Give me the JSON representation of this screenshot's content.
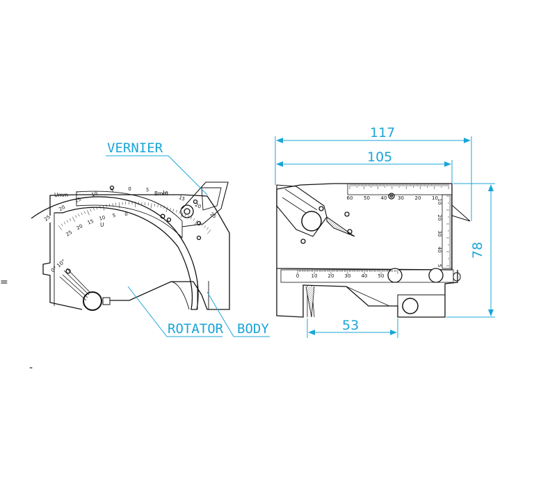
{
  "callouts": {
    "vernier": "VERNIER",
    "rotator": "ROTATOR",
    "body": "BODY"
  },
  "dimensions": {
    "overall_width": "117",
    "body_width": "105",
    "height": "78",
    "slider_offset": "53"
  },
  "gauge_labels": {
    "u_unit": "Umm",
    "b_unit": "Bmm",
    "u_symbol": "U",
    "angle_marks": "0° 10°"
  },
  "arc_scale_outer": [
    "25",
    "20",
    "15",
    "10",
    "5",
    "0",
    "5",
    "10",
    "15",
    "20",
    "25"
  ],
  "arc_scale_inner": [
    "25",
    "20",
    "15",
    "10",
    "5",
    "0"
  ],
  "top_scale": [
    "60",
    "50",
    "40",
    "30",
    "20",
    "10"
  ],
  "side_scale": [
    "10",
    "20",
    "30",
    "40",
    "5"
  ],
  "bottom_scale": [
    "0",
    "10",
    "20",
    "30",
    "40",
    "50"
  ],
  "stray_marks": {
    "left_mark": "=",
    "bottom_mark": "-"
  },
  "colors": {
    "dimension": "#1aa5d8",
    "outline": "#111111"
  }
}
